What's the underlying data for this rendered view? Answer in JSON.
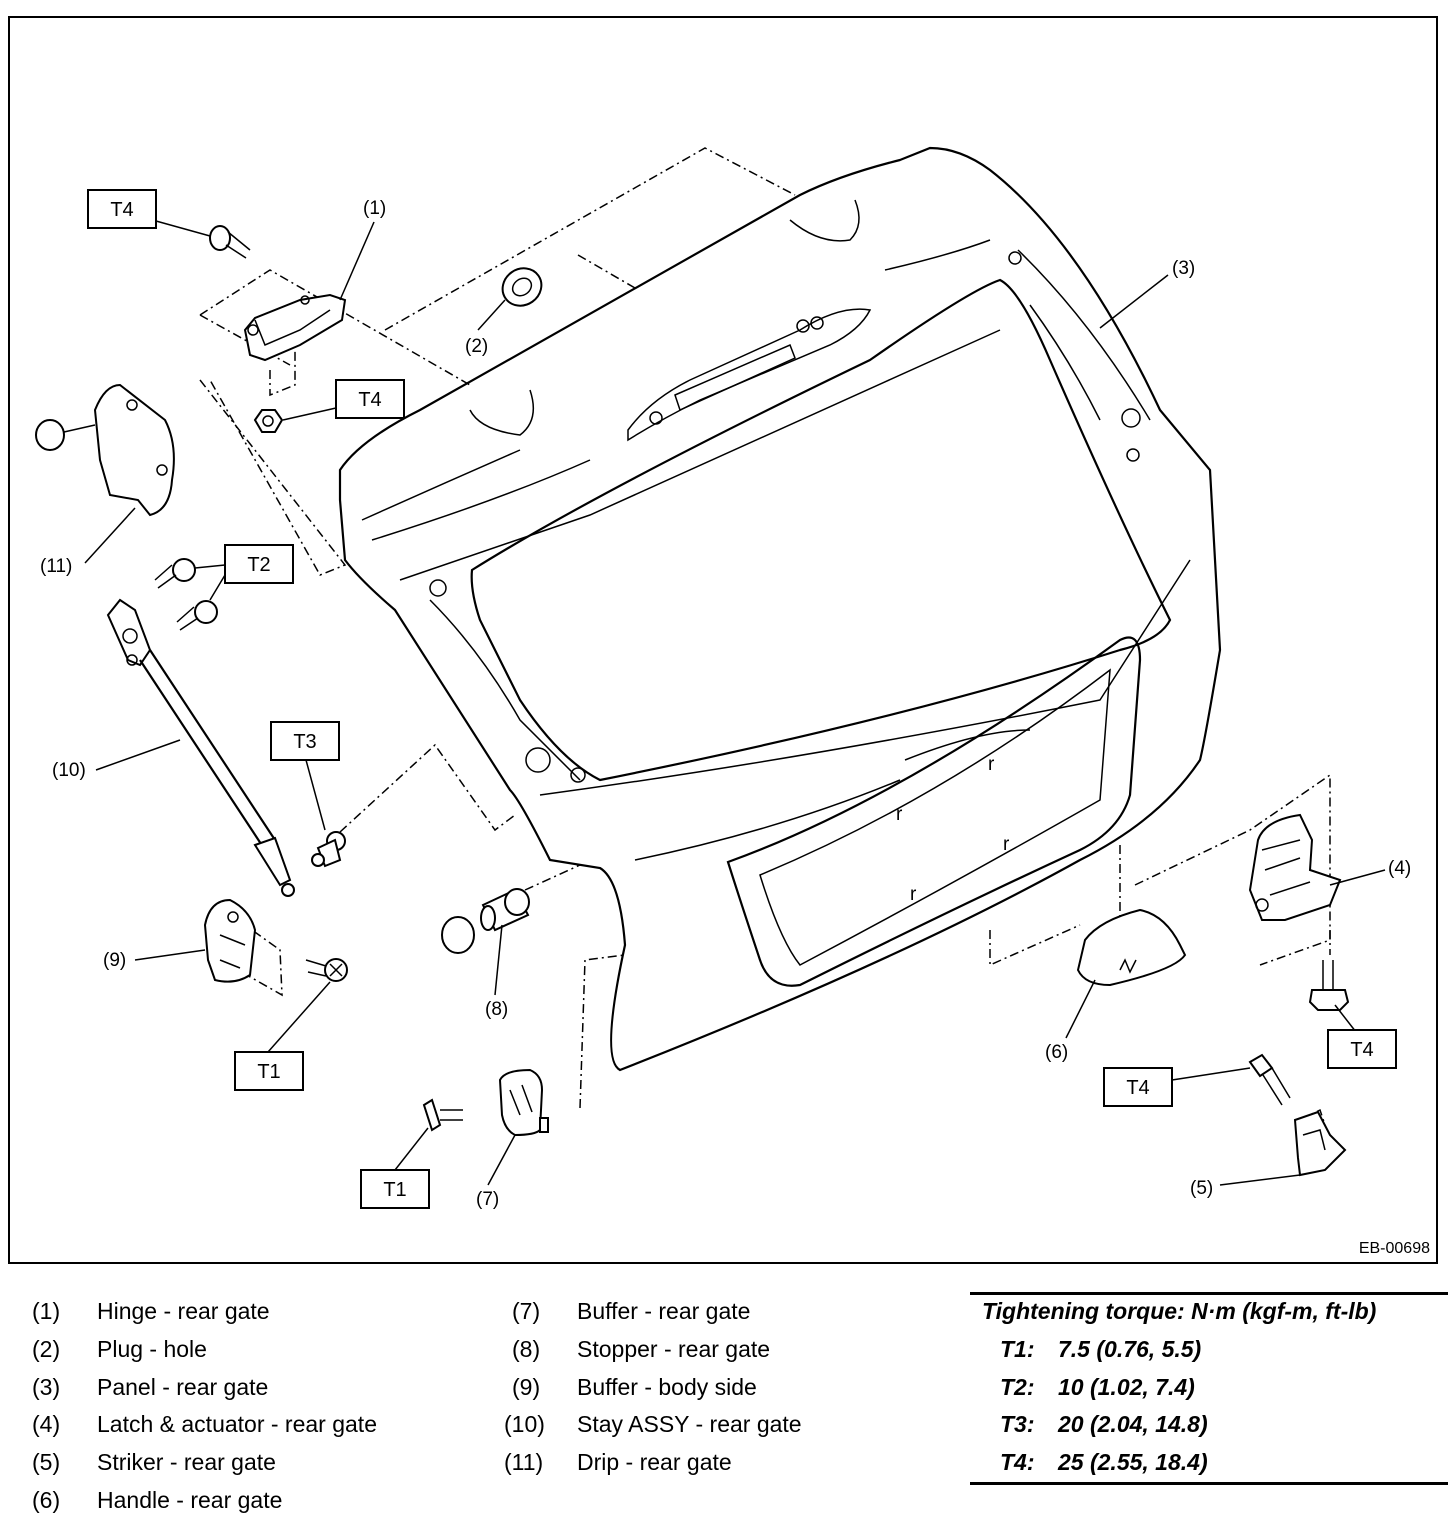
{
  "diagram": {
    "code": "EB-00698",
    "callouts": {
      "c1": "(1)",
      "c2": "(2)",
      "c3": "(3)",
      "c4": "(4)",
      "c5": "(5)",
      "c6": "(6)",
      "c7": "(7)",
      "c8": "(8)",
      "c9": "(9)",
      "c10": "(10)",
      "c11": "(11)"
    },
    "torque_tags": {
      "t4_hinge_bolt": "T4",
      "t4_hinge_nut": "T4",
      "t2_stay": "T2",
      "t3_stay": "T3",
      "t1_buffer_body": "T1",
      "t1_buffer_gate": "T1",
      "t4_latch": "T4",
      "t4_striker": "T4"
    }
  },
  "legend": [
    {
      "num": "(1)",
      "text": "Hinge - rear gate"
    },
    {
      "num": "(2)",
      "text": "Plug - hole"
    },
    {
      "num": "(3)",
      "text": "Panel - rear gate"
    },
    {
      "num": "(4)",
      "text": "Latch & actuator - rear gate"
    },
    {
      "num": "(5)",
      "text": "Striker - rear gate"
    },
    {
      "num": "(6)",
      "text": "Handle - rear gate"
    },
    {
      "num": "(7)",
      "text": "Buffer - rear gate"
    },
    {
      "num": "(8)",
      "text": "Stopper - rear gate"
    },
    {
      "num": "(9)",
      "text": "Buffer - body side"
    },
    {
      "num": "(10)",
      "text": "Stay ASSY - rear gate"
    },
    {
      "num": "(11)",
      "text": "Drip - rear gate"
    }
  ],
  "torque": {
    "heading": "Tightening torque: N·m (kgf-m, ft-lb)",
    "rows": [
      {
        "tag": "T1:",
        "value": "7.5 (0.76, 5.5)"
      },
      {
        "tag": "T2:",
        "value": "10 (1.02, 7.4)"
      },
      {
        "tag": "T3:",
        "value": "20 (2.04, 14.8)"
      },
      {
        "tag": "T4:",
        "value": "25 (2.55, 18.4)"
      }
    ]
  }
}
